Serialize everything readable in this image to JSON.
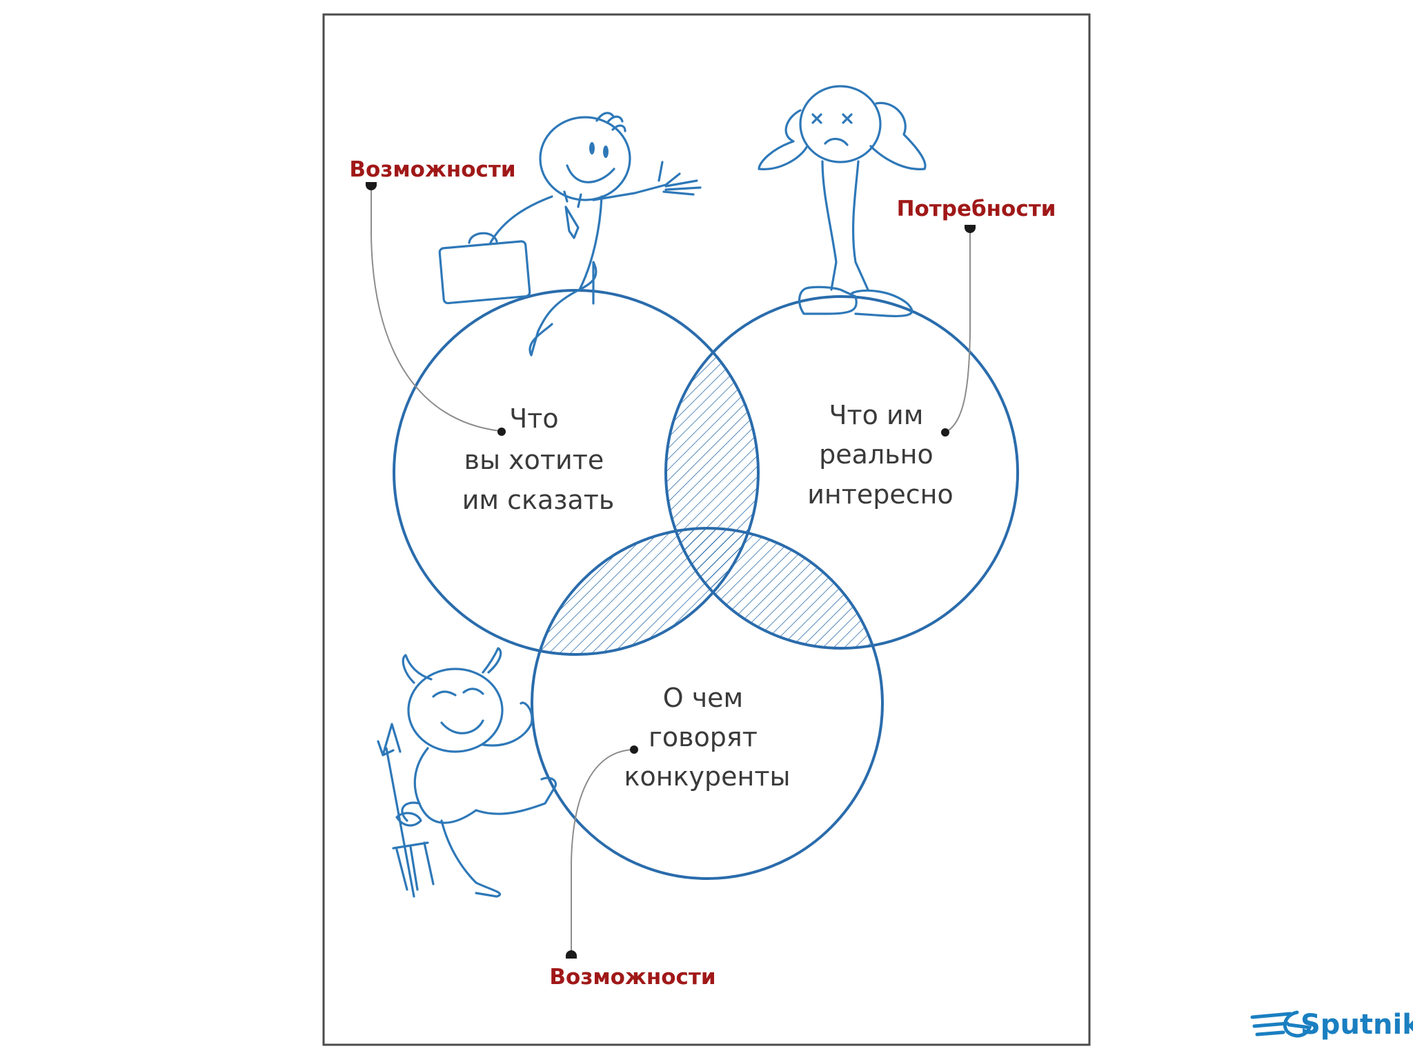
{
  "diagram": {
    "circles": [
      {
        "id": "left",
        "lines": [
          "Что",
          "вы хотите",
          "им сказать"
        ]
      },
      {
        "id": "right",
        "lines": [
          "Что им",
          "реально",
          "интересно"
        ]
      },
      {
        "id": "bottom",
        "lines": [
          "О чем",
          "говорят",
          "конкуренты"
        ]
      }
    ],
    "callouts": {
      "top_left": "Возможности",
      "top_right": "Потребности",
      "bottom": "Возможности"
    },
    "colors": {
      "circle_stroke": "#2a6cac",
      "callout_text": "#a01818",
      "circle_text": "#3a3a3a",
      "brand": "#1a7fc1"
    },
    "icons": [
      "businessman-with-briefcase-icon",
      "stressed-man-icon",
      "devil-with-trident-icon",
      "sputnik-logo-icon"
    ]
  },
  "brand": {
    "name": "Sputnik"
  }
}
